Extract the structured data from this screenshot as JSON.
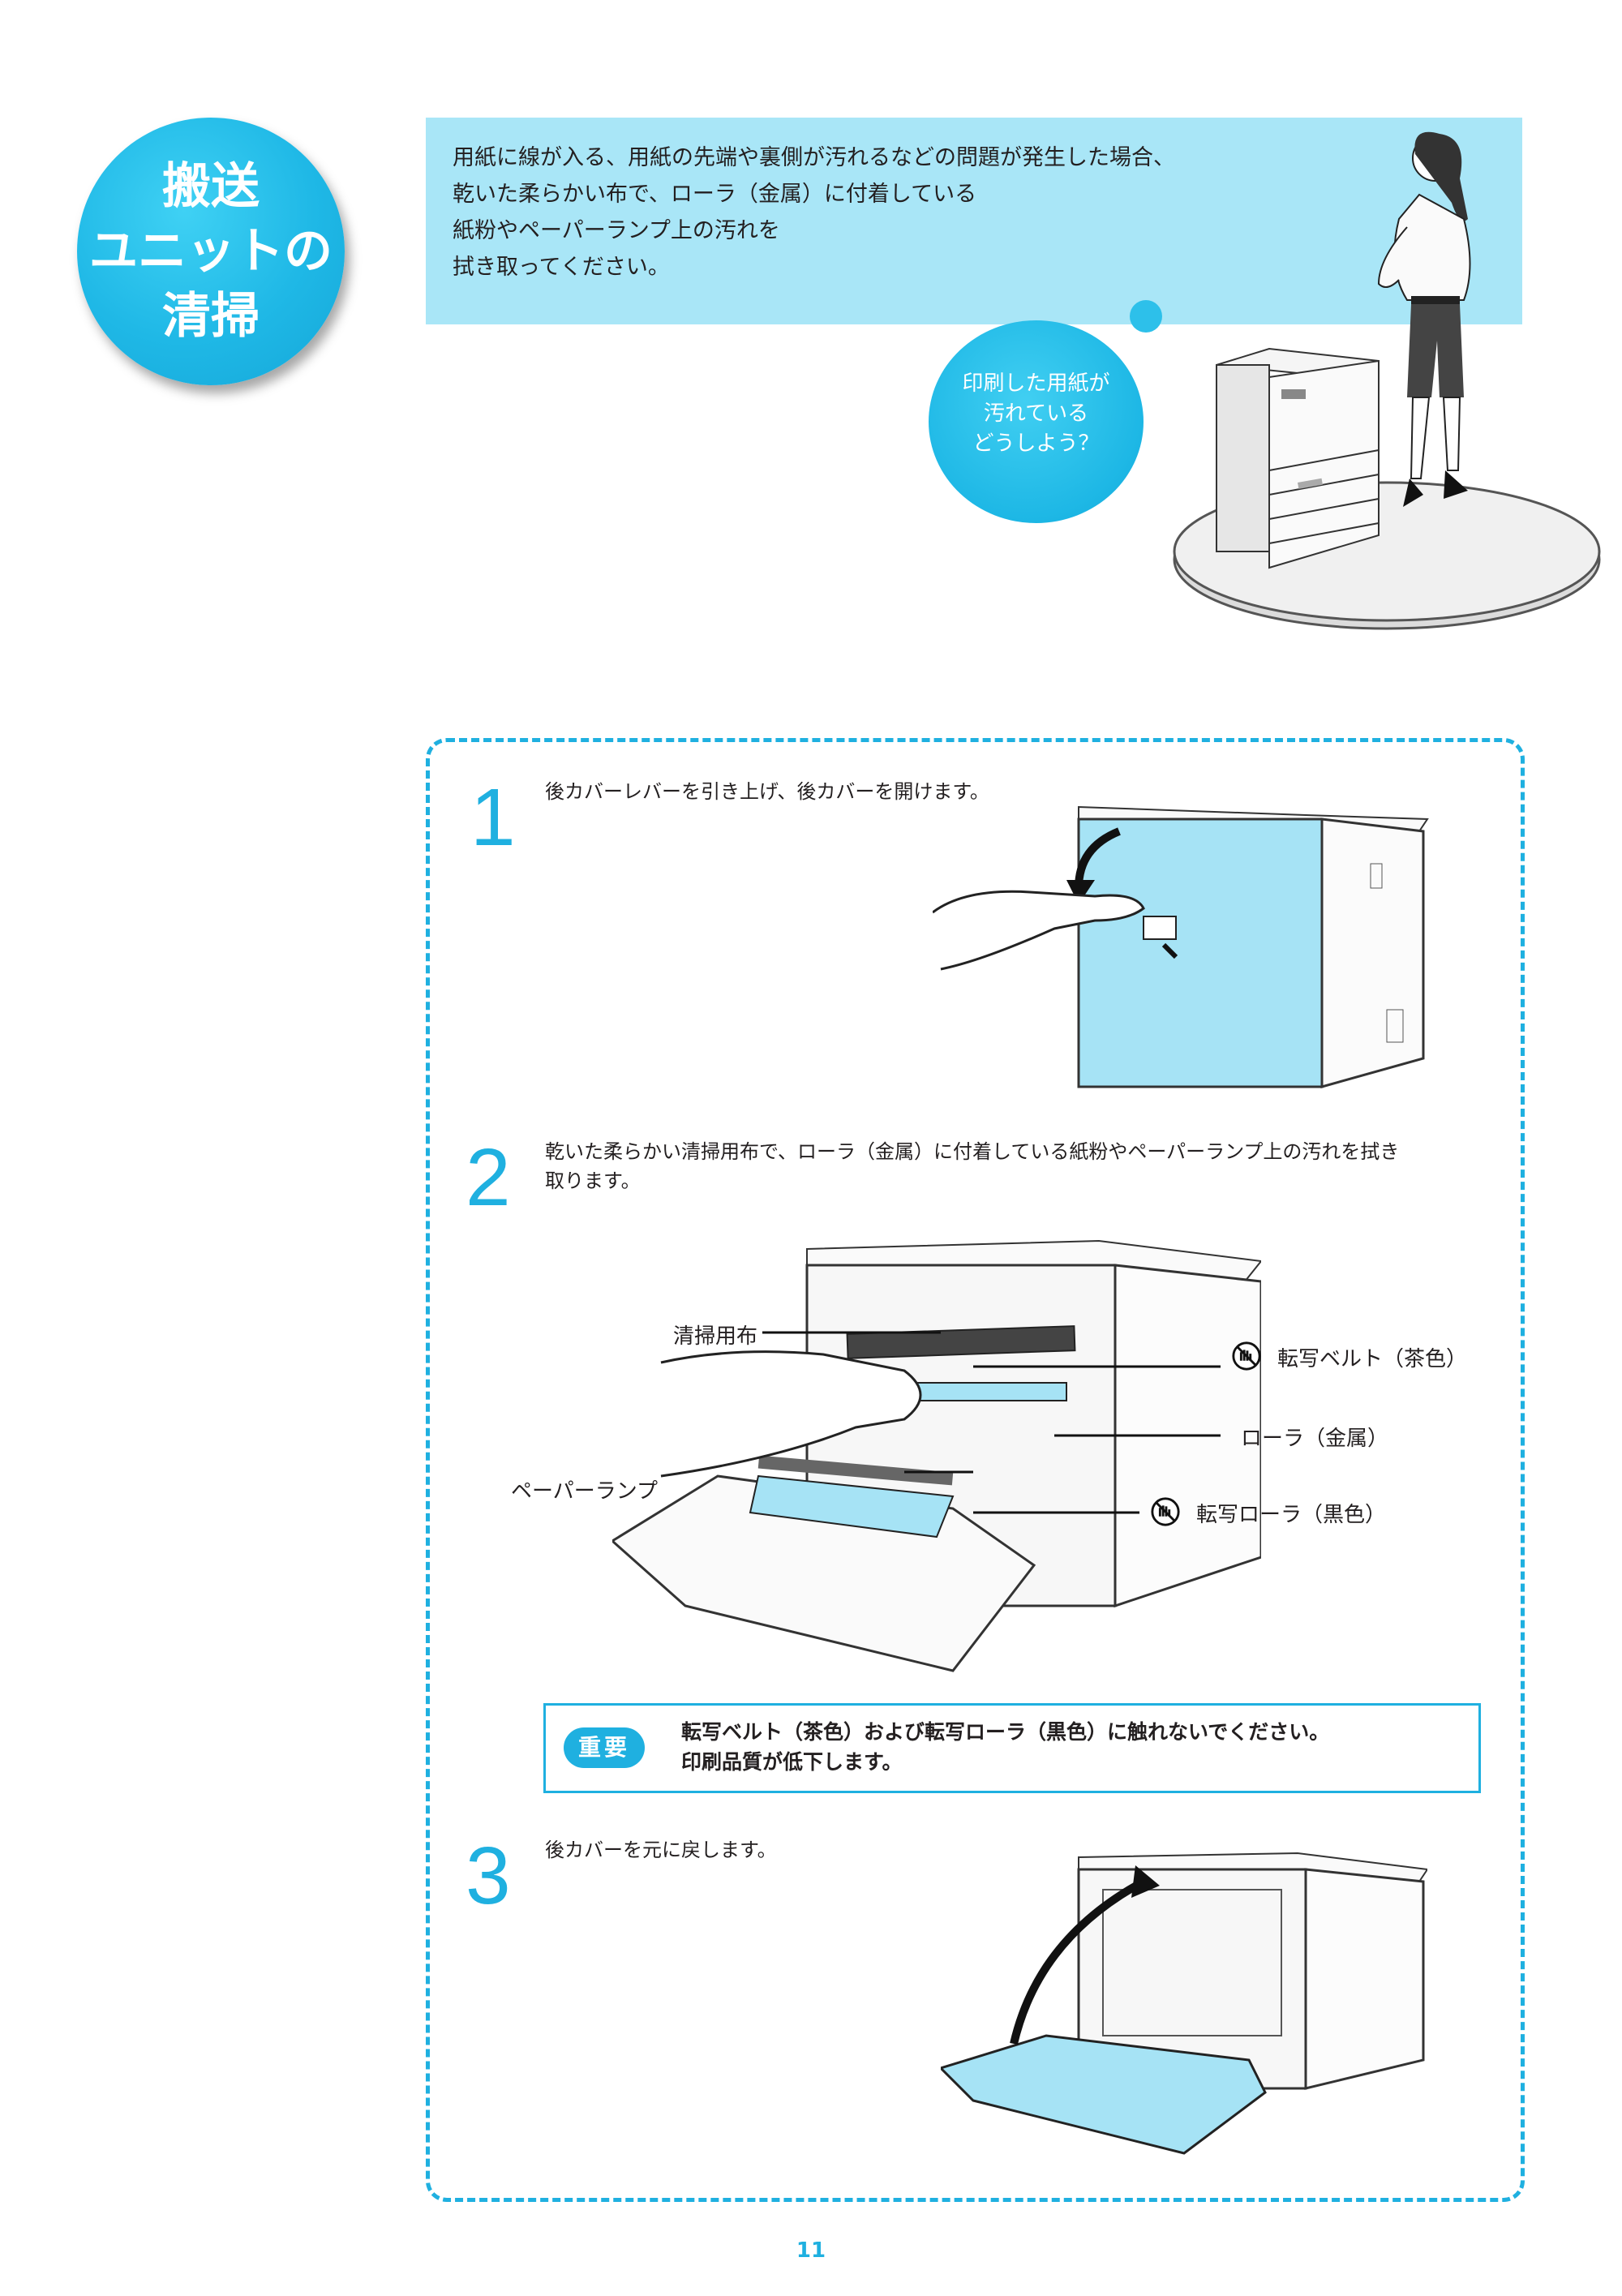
{
  "title": "搬送\nユニットの\n清掃",
  "intro": "用紙に線が入る、用紙の先端や裏側が汚れるなどの問題が発生した場合、\n乾いた柔らかい布で、ローラ（金属）に付着している\n紙粉やペーパーランプ上の汚れを\n拭き取ってください。",
  "bubble": "印刷した用紙が\n汚れている\nどうしよう？",
  "steps": [
    {
      "number": "1",
      "text": "後カバーレバーを引き上げ、後カバーを開けます。"
    },
    {
      "number": "2",
      "text": "乾いた柔らかい清掃用布で、ローラ（金属）に付着している紙粉やペーパーランプ上の汚れを拭き\n取ります。"
    },
    {
      "number": "3",
      "text": "後カバーを元に戻します。"
    }
  ],
  "callouts": {
    "cloth": "清掃用布",
    "paper_ramp": "ペーパーランプ",
    "transfer_belt": "転写ベルト（茶色）",
    "roller_metal": "ローラ（金属）",
    "transfer_roller": "転写ローラ（黒色）"
  },
  "note": {
    "badge": "重要",
    "text": "転写ベルト（茶色）および転写ローラ（黒色）に触れないでください。\n印刷品質が低下します。"
  },
  "page_number": "11",
  "colors": {
    "accent": "#1fb0e0",
    "light_blue": "#a9e6f7",
    "cover_blue": "#a6e3f5"
  },
  "icons": [
    "prohibit-touch-icon"
  ]
}
